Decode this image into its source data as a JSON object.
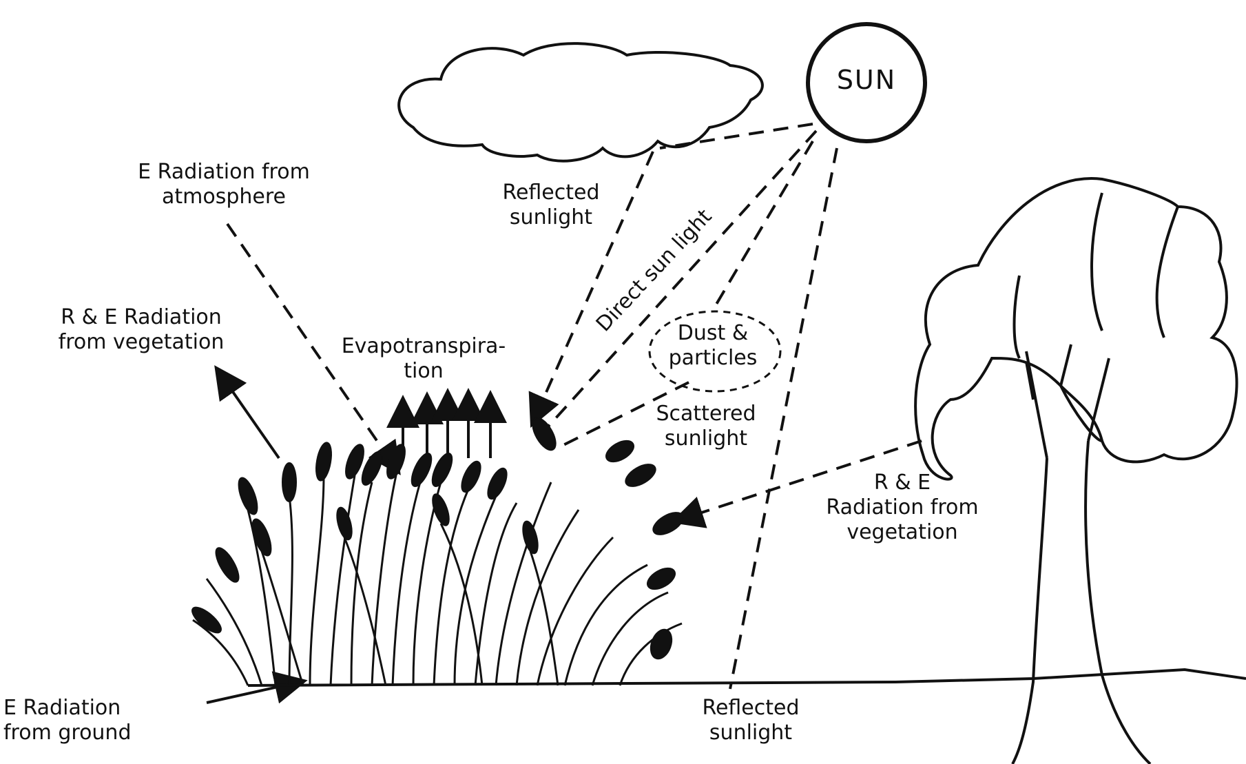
{
  "colors": {
    "line": "#111111",
    "background": "#ffffff"
  },
  "labels": {
    "sun": "SUN",
    "e_radiation_atmosphere": [
      "E Radiation from",
      "atmosphere"
    ],
    "reflected_sunlight_cloud": [
      "Reflected",
      "sunlight"
    ],
    "direct_sun_light": "Direct sun light",
    "rae_radiation_vegetation_left": [
      "R & E Radiation",
      "from vegetation"
    ],
    "evapotranspiration": [
      "Evapotranspira-",
      "tion"
    ],
    "dust_particles": [
      "Dust &",
      "particles"
    ],
    "scattered_sunlight": [
      "Scattered",
      "sunlight"
    ],
    "rae_radiation_vegetation_right": [
      "R & E",
      "Radiation from",
      "vegetation"
    ],
    "e_radiation_ground": [
      "E Radiation",
      "from ground"
    ],
    "reflected_sunlight_ground": [
      "Reflected",
      "sunlight"
    ]
  }
}
